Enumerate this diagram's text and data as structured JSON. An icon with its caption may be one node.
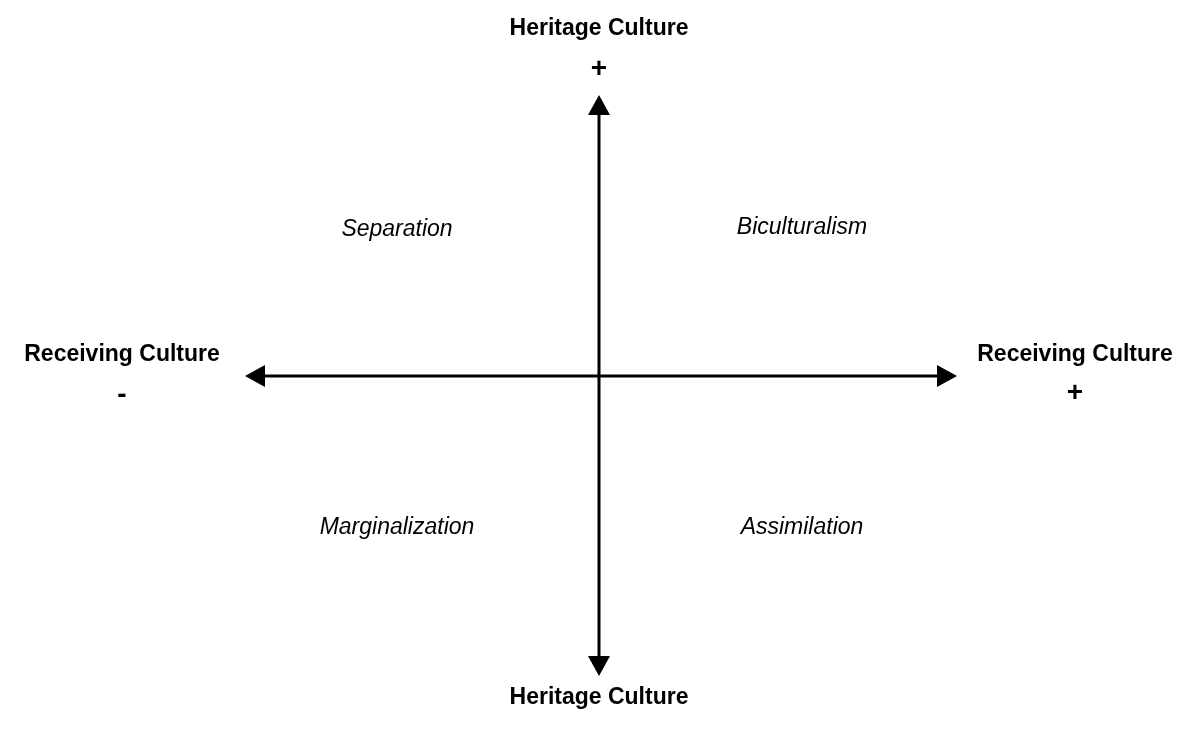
{
  "diagram": {
    "labels": [
      "Heritage Culture",
      "+",
      "Separation",
      "Biculturalism",
      "Receiving Culture",
      "Receiving Culture",
      "-",
      "+",
      "Marginalization",
      "Assimilation",
      "Heritage Culture"
    ]
  }
}
